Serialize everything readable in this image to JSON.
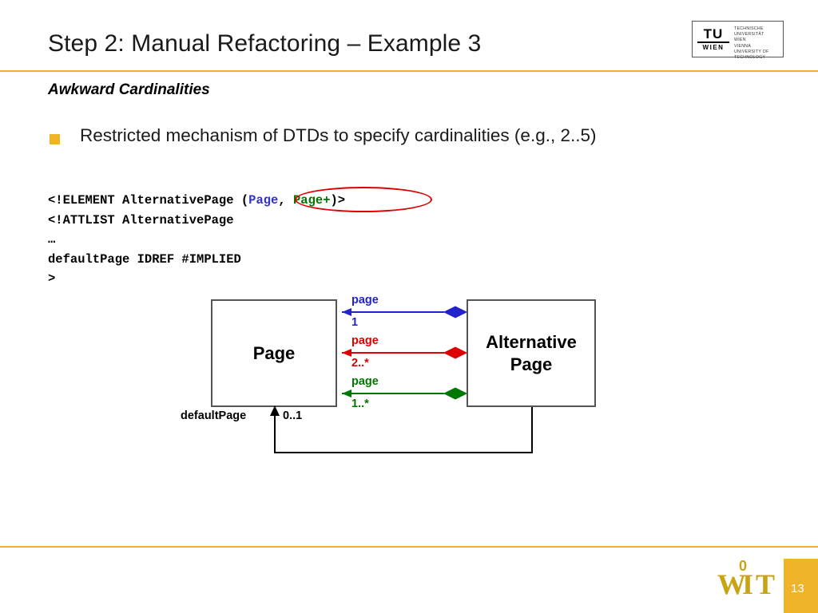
{
  "slide": {
    "title": "Step 2: Manual Refactoring – Example 3",
    "subtitle": "Awkward Cardinalities",
    "page_number": "13",
    "accent_color": "#f0b429"
  },
  "logo": {
    "tu_big": "TU",
    "tu_small": "WIEN",
    "lines": [
      "TECHNISCHE",
      "UNIVERSITÄT",
      "WIEN",
      "",
      "VIENNA",
      "UNIVERSITY OF",
      "TECHNOLOGY"
    ],
    "wit_w": "W",
    "wit_i": "I",
    "wit_t": "T",
    "wit_zero": "0"
  },
  "bullet": {
    "marker": "square-bullet",
    "text": "Restricted mechanism of DTDs to specify cardinalities (e.g., 2..5)"
  },
  "code": {
    "line1_pre": "<!ELEMENT AlternativePage (",
    "line1_a": "Page",
    "line1_mid": ", ",
    "line1_b": "Page+",
    "line1_post": ")>",
    "line2": "<!ATTLIST AlternativePage",
    "line3": "…",
    "line4": "defaultPage IDREF #IMPLIED",
    "line5": ">",
    "highlight_color": "#dd0000",
    "token_a_color": "#3333cc",
    "token_b_color": "#007700"
  },
  "diagram": {
    "boxes": [
      {
        "id": "page",
        "label": "Page"
      },
      {
        "id": "alternative-page",
        "label": "Alternative\nPage"
      }
    ],
    "edges": [
      {
        "name": "page-1",
        "role": "page",
        "cardinality": "1",
        "color": "#2222cc"
      },
      {
        "name": "page-2-star",
        "role": "page",
        "cardinality": "2..*",
        "color": "#dd0000"
      },
      {
        "name": "page-1-star",
        "role": "page",
        "cardinality": "1..*",
        "color": "#007700"
      }
    ],
    "association": {
      "role": "defaultPage",
      "cardinality": "0..1",
      "color": "#000000"
    }
  }
}
